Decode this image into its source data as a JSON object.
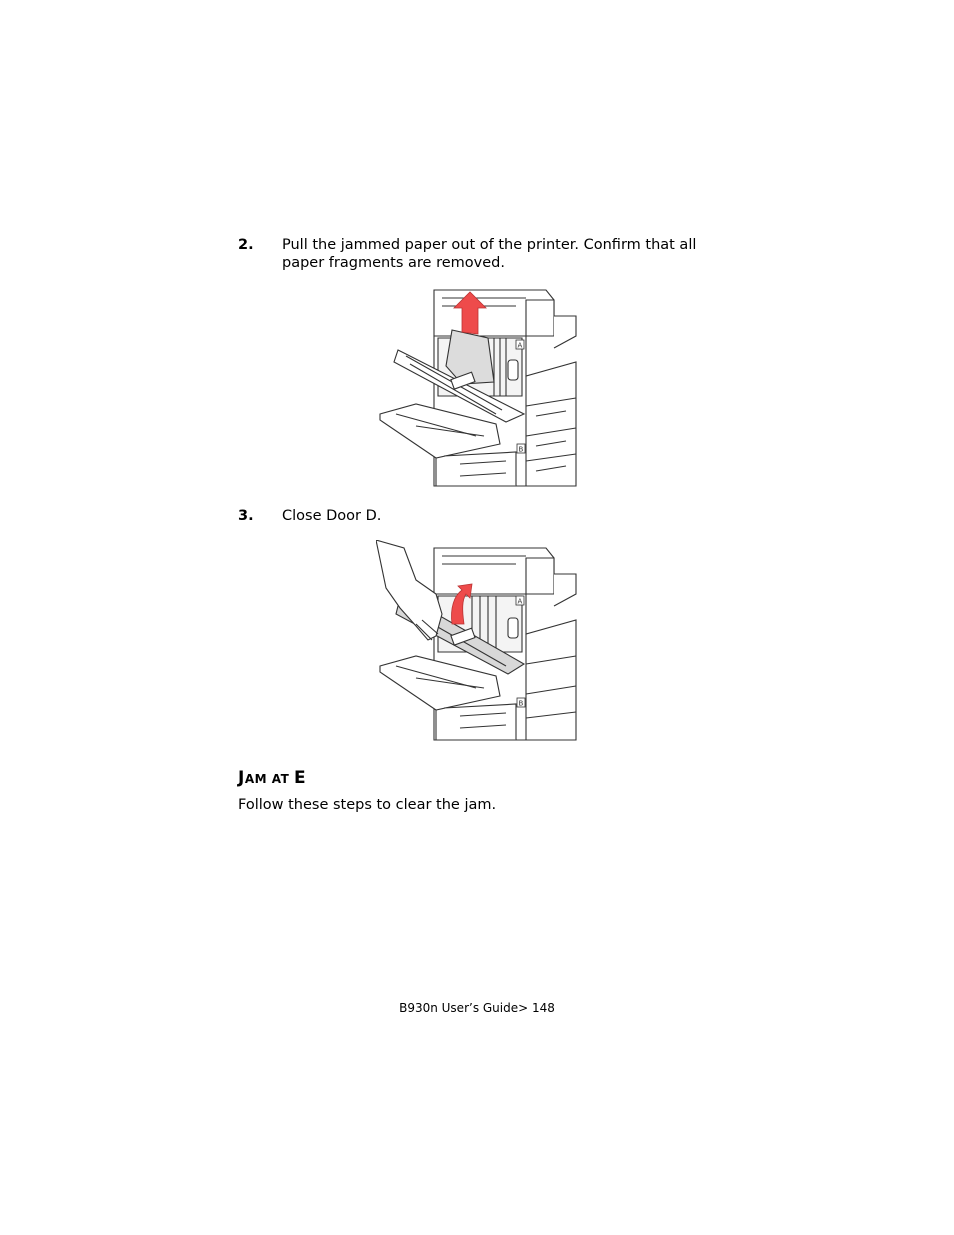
{
  "steps": [
    {
      "number": "2.",
      "text": "Pull the jammed paper out of the printer. Confirm that all paper fragments are removed."
    },
    {
      "number": "3.",
      "text": "Close Door D."
    }
  ],
  "figures": [
    {
      "icon": "printer-remove-jammed-paper-illustration",
      "door_labels": [
        "A",
        "B"
      ]
    },
    {
      "icon": "printer-close-door-d-illustration",
      "door_labels": [
        "A",
        "B"
      ]
    }
  ],
  "section": {
    "heading_first_1": "J",
    "heading_rest_1": "AM AT ",
    "heading_first_2": "E",
    "intro": "Follow these steps to clear the jam."
  },
  "footer": {
    "text": "B930n User’s Guide> 148"
  },
  "colors": {
    "arrow": "#ee4b4b",
    "line": "#333333"
  }
}
